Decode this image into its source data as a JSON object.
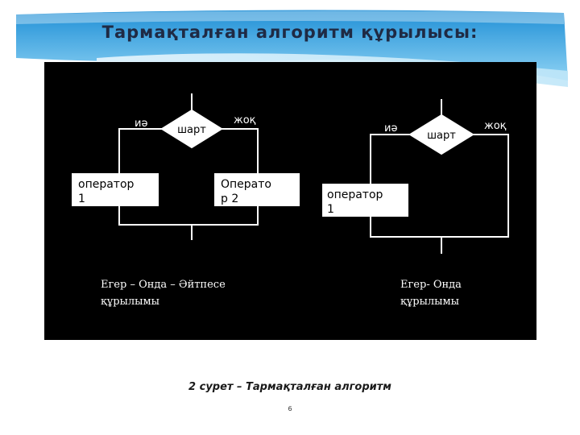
{
  "slide": {
    "title": "Тармақталған алгоритм құрылысы:",
    "caption": "2 сурет – Тармақталған алгоритм",
    "page_number": "6"
  },
  "left_diagram": {
    "condition": "шарт",
    "yes_label": "иә",
    "no_label": "жоқ",
    "operator1_line1": "оператор",
    "operator1_line2": "1",
    "operator2_line1": "Операто",
    "operator2_line2": "р 2",
    "description_line1": "Егер – Онда – Әйтпесе",
    "description_line2": "құрылымы"
  },
  "right_diagram": {
    "condition": "шарт",
    "yes_label": "иә",
    "no_label": "жоқ",
    "operator1_line1": "оператор",
    "operator1_line2": "1",
    "description_line1": "Егер- Онда",
    "description_line2": "құрылымы"
  },
  "colors": {
    "panel_bg": "#000000",
    "line": "#ffffff",
    "title": "#1f2a44",
    "banner_light": "#d6eefb",
    "banner_mid": "#6cc0ee",
    "banner_dark": "#1f8fd6"
  }
}
